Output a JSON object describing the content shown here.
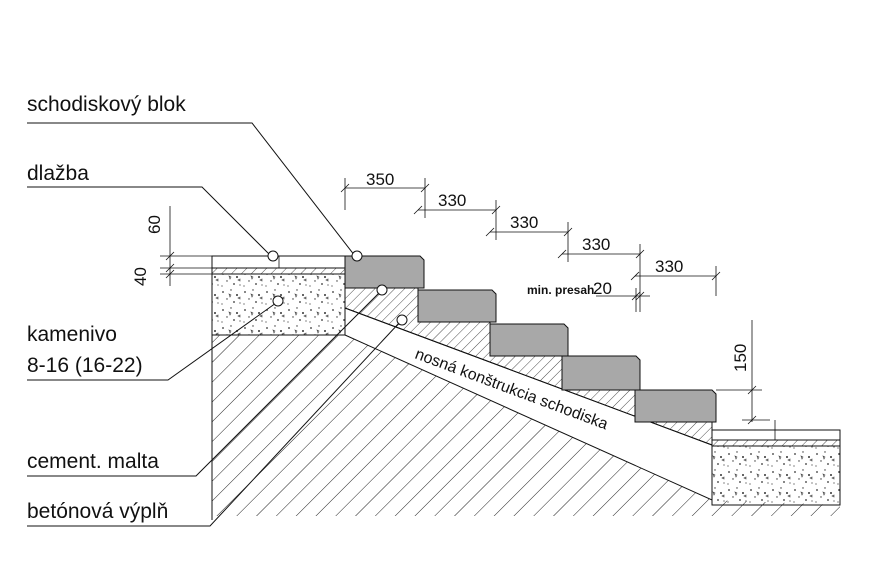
{
  "labels": {
    "step_block": "schodiskový blok",
    "paving": "dlažba",
    "aggregate_line1": "kamenivo",
    "aggregate_line2": "8-16 (16-22)",
    "mortar": "cement. malta",
    "concrete_fill": "betónová výplň",
    "structure": "nosná konštrukcia schodiska",
    "min_overlap": "min. presah"
  },
  "dimensions": {
    "tread_first": "350",
    "tread_2": "330",
    "tread_3": "330",
    "tread_4": "330",
    "tread_5": "330",
    "overlap": "20",
    "paving_thickness": "60",
    "mortar_thickness": "40",
    "rise": "150"
  },
  "colors": {
    "line": "#111111",
    "block_fill": "#a8a8a8",
    "paving_fill": "#ffffff",
    "hatch": "#222222"
  }
}
